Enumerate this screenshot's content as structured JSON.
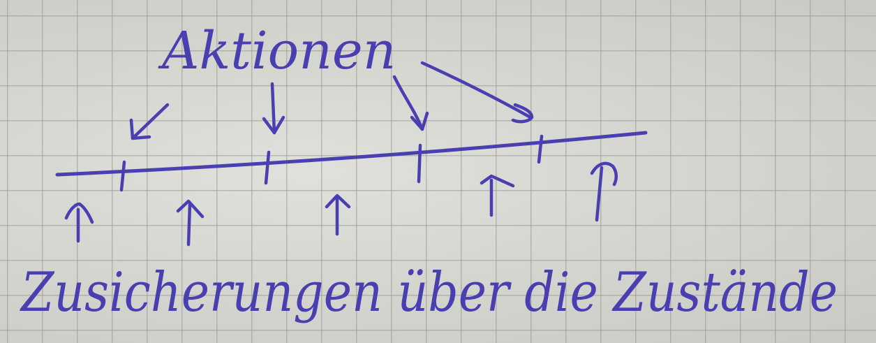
{
  "top_label": "Aktionen",
  "bottom_label": "Zusicherungen über die Zustände",
  "ink_color": "#4a3fb0",
  "paper_color": "#d6d6d0",
  "action_arrow_count": 4,
  "state_arrow_count": 5
}
